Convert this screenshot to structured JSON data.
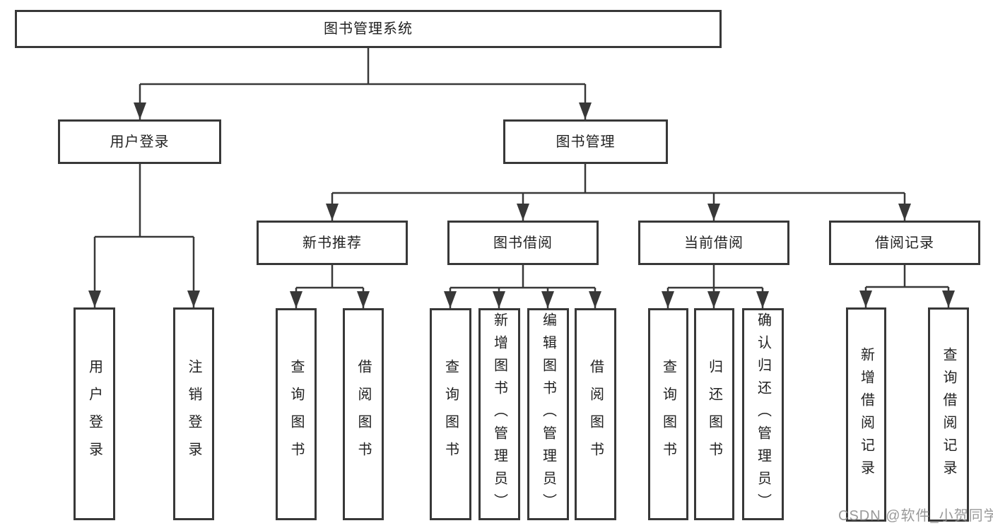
{
  "colors": {
    "line": "#383838",
    "box_border": "#383838",
    "text": "#222222",
    "watermark_text": "#8f8f8f",
    "background": "#ffffff"
  },
  "tree": {
    "label": "图书管理系统",
    "children": [
      {
        "label": "用户登录",
        "children": [
          {
            "label": "用户登录"
          },
          {
            "label": "注销登录"
          }
        ]
      },
      {
        "label": "图书管理",
        "children": [
          {
            "label": "新书推荐",
            "children": [
              {
                "label": "查询图书"
              },
              {
                "label": "借阅图书"
              }
            ]
          },
          {
            "label": "图书借阅",
            "children": [
              {
                "label": "查询图书"
              },
              {
                "label": "新增图书（管理员）"
              },
              {
                "label": "编辑图书（管理员）"
              },
              {
                "label": "借阅图书"
              }
            ]
          },
          {
            "label": "当前借阅",
            "children": [
              {
                "label": "查询图书"
              },
              {
                "label": "归还图书"
              },
              {
                "label": "确认归还（管理员）"
              }
            ]
          },
          {
            "label": "借阅记录",
            "children": [
              {
                "label": "新增借阅记录"
              },
              {
                "label": "查询借阅记录"
              }
            ]
          }
        ]
      }
    ]
  },
  "watermark": "CSDN @软件_小贺同学"
}
